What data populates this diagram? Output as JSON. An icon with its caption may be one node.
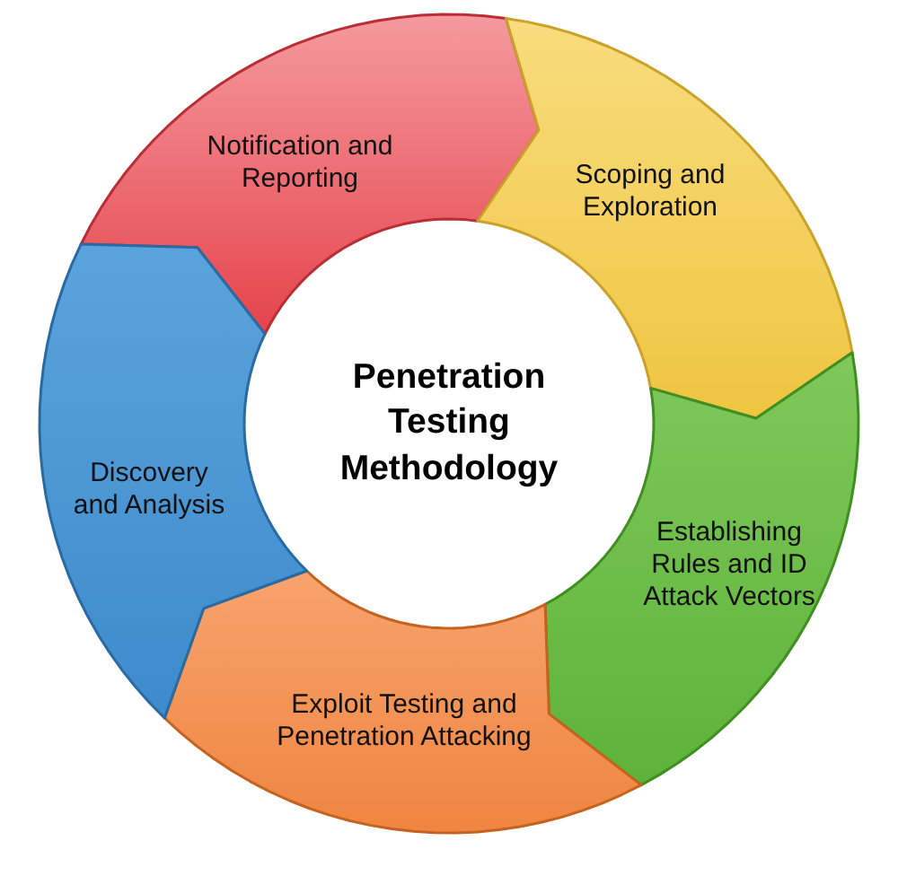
{
  "diagram": {
    "title": "Penetration Testing Methodology",
    "nodes": [
      {
        "text": [
          "Notification and Reporting"
        ]
      },
      {
        "text": [
          "Scoping and Exploration"
        ]
      },
      {
        "text": [
          "Establishing Rules and ID Attack Vectors"
        ]
      },
      {
        "text": [
          "Exploit Testing and Penetration Attacking"
        ]
      },
      {
        "text": [
          "Discovery and Analysis"
        ]
      }
    ]
  }
}
